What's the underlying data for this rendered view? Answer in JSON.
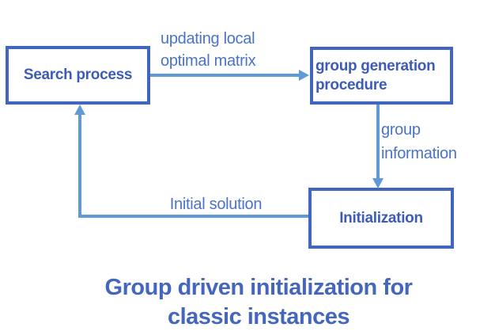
{
  "diagram": {
    "boxes": {
      "search": {
        "label": "Search process"
      },
      "group_generation": {
        "line1": "group generation",
        "line2": "procedure"
      },
      "initialization": {
        "label": "Initialization"
      }
    },
    "edge_labels": {
      "updating_line1": "updating local",
      "updating_line2": "optimal matrix",
      "group_info_line1": "group",
      "group_info_line2": "information",
      "initial_solution": "Initial solution"
    },
    "title": {
      "line1": "Group driven initialization for",
      "line2": "classic instances"
    },
    "colors": {
      "box_border": "#4066c0",
      "box_text": "#3d5cb8",
      "edge_label_text": "#4a73c8",
      "arrow": "#5e9bd6",
      "title_text": "#4566bd",
      "background": "#ffffff"
    }
  }
}
